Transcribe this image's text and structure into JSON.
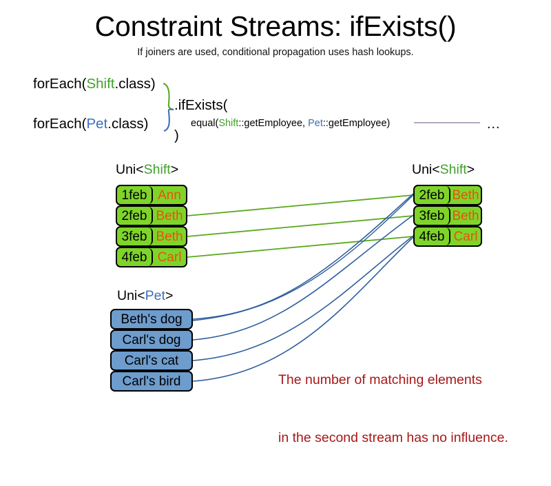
{
  "header": {
    "title": "Constraint Streams: ifExists()",
    "subtitle": "If joiners are used, conditional propagation uses hash lookups."
  },
  "code": {
    "foreach_shift_prefix": "forEach(",
    "foreach_shift_type": "Shift",
    "foreach_shift_suffix": ".class)",
    "foreach_pet_prefix": "forEach(",
    "foreach_pet_type": "Pet",
    "foreach_pet_suffix": ".class)",
    "if_exists": ".ifExists(",
    "equal_prefix": "equal(",
    "equal_shift_type": "Shift",
    "equal_shift_method": "::getEmployee, ",
    "equal_pet_type": "Pet",
    "equal_pet_method": "::getEmployee)",
    "close_paren": ")",
    "ellipsis": "…"
  },
  "streams": {
    "shift_left": {
      "label_prefix": "Uni<",
      "label_type": "Shift",
      "label_suffix": ">",
      "rows": [
        {
          "date": "1feb",
          "name": "Ann"
        },
        {
          "date": "2feb",
          "name": "Beth"
        },
        {
          "date": "3feb",
          "name": "Beth"
        },
        {
          "date": "4feb",
          "name": "Carl"
        }
      ]
    },
    "shift_right": {
      "label_prefix": "Uni<",
      "label_type": "Shift",
      "label_suffix": ">",
      "rows": [
        {
          "date": "2feb",
          "name": "Beth"
        },
        {
          "date": "3feb",
          "name": "Beth"
        },
        {
          "date": "4feb",
          "name": "Carl"
        }
      ]
    },
    "pet": {
      "label_prefix": "Uni<",
      "label_type": "Pet",
      "label_suffix": ">",
      "rows": [
        {
          "name": "Beth's dog"
        },
        {
          "name": "Carl's dog"
        },
        {
          "name": "Carl's cat"
        },
        {
          "name": "Carl's bird"
        }
      ]
    }
  },
  "annotation": {
    "line1": "The number of matching elements",
    "line2": "in the second stream has no influence."
  },
  "colors": {
    "shift_green": "#7fd42a",
    "shift_green_line": "#5aa81e",
    "pet_blue": "#6d9ccd",
    "pet_blue_line": "#2f5f9e",
    "name_orange": "#e8520e",
    "type_shift": "#3fa22a",
    "type_pet": "#3b6fbb",
    "annotation_red": "#a81717",
    "joiner_line": "#9b8aa8",
    "outline": "#000000"
  }
}
